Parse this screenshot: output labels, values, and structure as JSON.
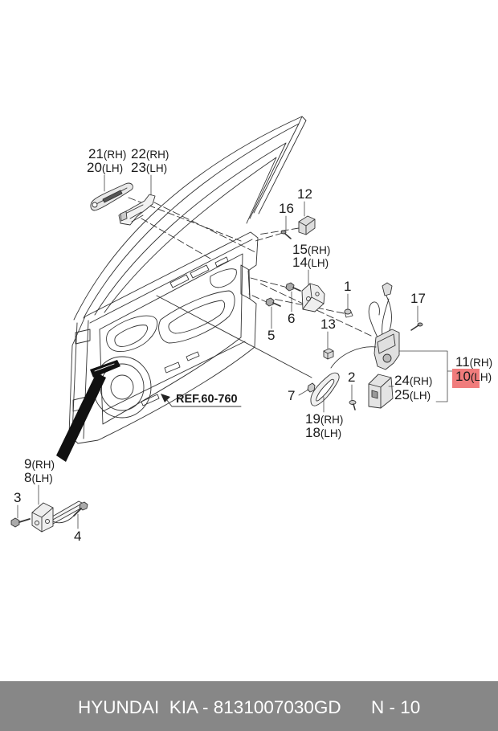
{
  "diagram": {
    "callouts": [
      {
        "num": "21",
        "side": "(RH)"
      },
      {
        "num": "20",
        "side": "(LH)"
      },
      {
        "num": "22",
        "side": "(RH)"
      },
      {
        "num": "23",
        "side": "(LH)"
      },
      {
        "num": "12"
      },
      {
        "num": "16"
      },
      {
        "num": "15",
        "side": "(RH)"
      },
      {
        "num": "14",
        "side": "(LH)"
      },
      {
        "num": "1"
      },
      {
        "num": "17"
      },
      {
        "num": "6"
      },
      {
        "num": "5"
      },
      {
        "num": "13"
      },
      {
        "num": "11",
        "side": "(RH)"
      },
      {
        "num": "10",
        "side": "(LH)"
      },
      {
        "num": "24",
        "side": "(RH)"
      },
      {
        "num": "25",
        "side": "(LH)"
      },
      {
        "num": "2"
      },
      {
        "num": "7"
      },
      {
        "num": "19",
        "side": "(RH)"
      },
      {
        "num": "18",
        "side": "(LH)"
      },
      {
        "num": "9",
        "side": "(RH)"
      },
      {
        "num": "8",
        "side": "(LH)"
      },
      {
        "num": "3"
      },
      {
        "num": "4"
      }
    ],
    "reference": "REF.60-760",
    "highlight_color": "#f07c7c",
    "line_color": "#333333"
  },
  "footer": {
    "brand_line": "HYUNDAI  KIA - 8131007030GD",
    "page_ref": "N - 10",
    "background": "#878787",
    "text_color": "#ffffff"
  }
}
